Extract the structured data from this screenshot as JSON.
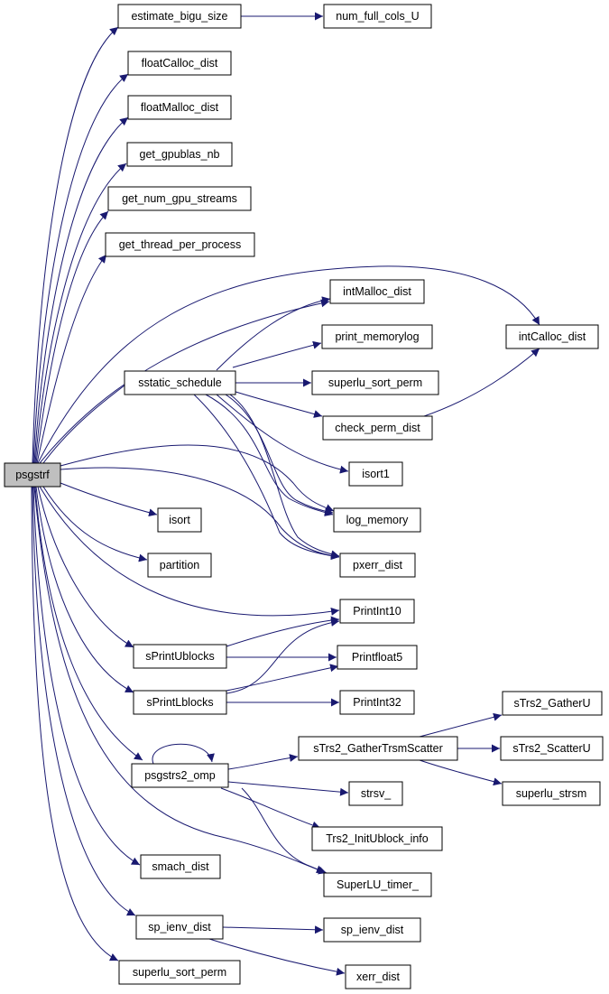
{
  "graph": {
    "edge_color": "#191970",
    "root_fill": "#bfbfbf",
    "node_fill": "#ffffff",
    "nodes": {
      "psgstrf": "psgstrf",
      "estimate_bigu_size": "estimate_bigu_size",
      "num_full_cols_U": "num_full_cols_U",
      "floatCalloc_dist": "floatCalloc_dist",
      "floatMalloc_dist": "floatMalloc_dist",
      "get_gpublas_nb": "get_gpublas_nb",
      "get_num_gpu_streams": "get_num_gpu_streams",
      "get_thread_per_process": "get_thread_per_process",
      "intMalloc_dist": "intMalloc_dist",
      "intCalloc_dist": "intCalloc_dist",
      "print_memorylog": "print_memorylog",
      "sstatic_schedule": "sstatic_schedule",
      "superlu_sort_perm_a": "superlu_sort_perm",
      "check_perm_dist": "check_perm_dist",
      "isort1": "isort1",
      "log_memory": "log_memory",
      "isort": "isort",
      "partition": "partition",
      "pxerr_dist": "pxerr_dist",
      "PrintInt10": "PrintInt10",
      "sPrintUblocks": "sPrintUblocks",
      "Printfloat5": "Printfloat5",
      "sPrintLblocks": "sPrintLblocks",
      "PrintInt32": "PrintInt32",
      "sTrs2_GatherU": "sTrs2_GatherU",
      "sTrs2_GatherTrsmScatter": "sTrs2_GatherTrsmScatter",
      "sTrs2_ScatterU": "sTrs2_ScatterU",
      "psgstrs2_omp": "psgstrs2_omp",
      "superlu_strsm": "superlu_strsm",
      "strsv_": "strsv_",
      "Trs2_InitUblock_info": "Trs2_InitUblock_info",
      "smach_dist": "smach_dist",
      "SuperLU_timer_": "SuperLU_timer_",
      "sp_ienv_dist_a": "sp_ienv_dist",
      "sp_ienv_dist_b": "sp_ienv_dist",
      "xerr_dist": "xerr_dist",
      "superlu_sort_perm_b": "superlu_sort_perm"
    }
  }
}
